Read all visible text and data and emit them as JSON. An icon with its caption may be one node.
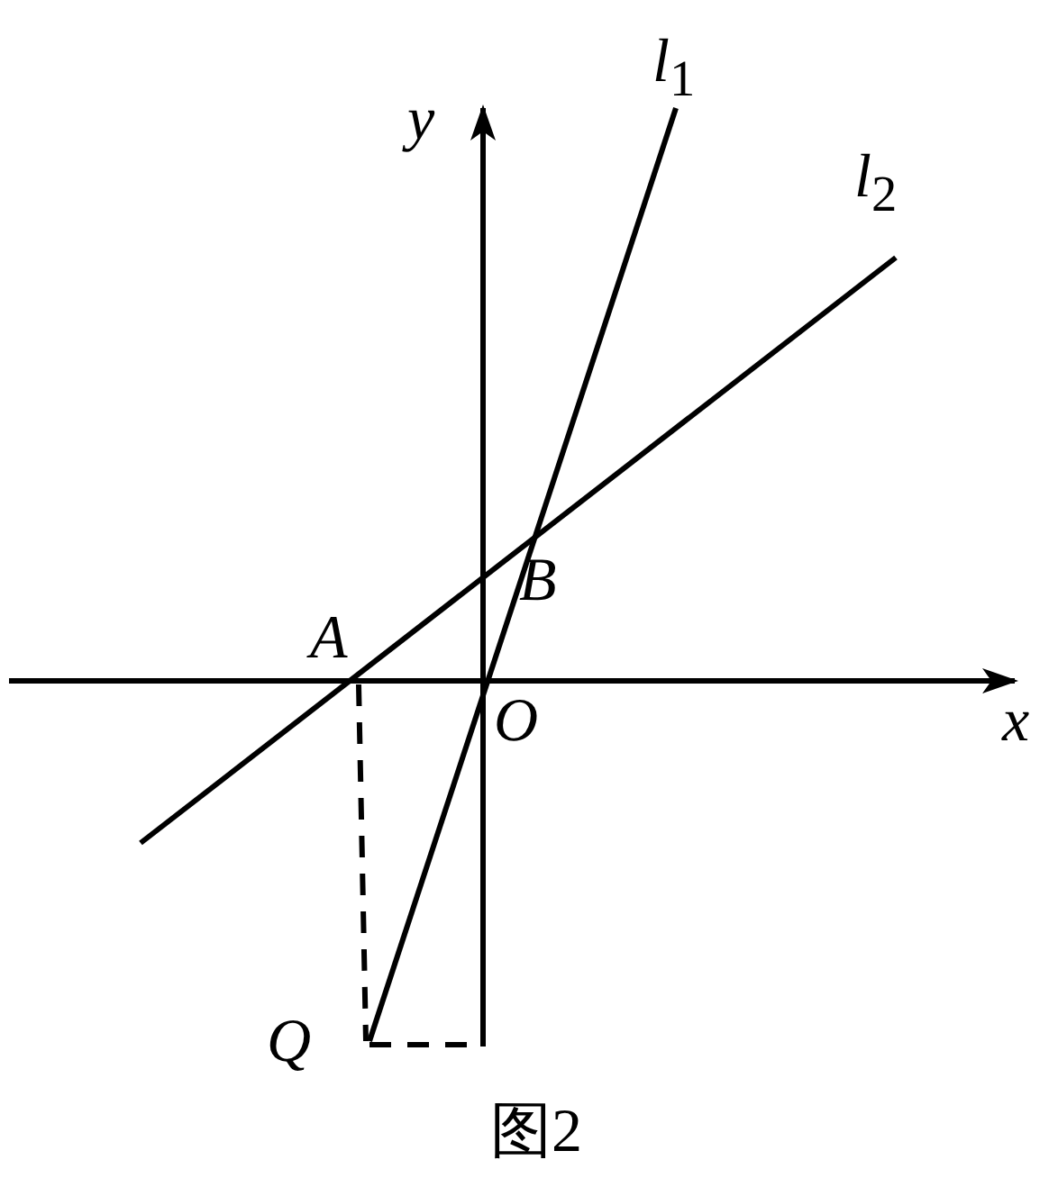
{
  "diagram": {
    "caption": "图2",
    "labels": [
      "*l*$_{1}$",
      "y",
      "*l*$_{2}$",
      "B",
      "A",
      "O",
      "x",
      "Q"
    ]
  }
}
